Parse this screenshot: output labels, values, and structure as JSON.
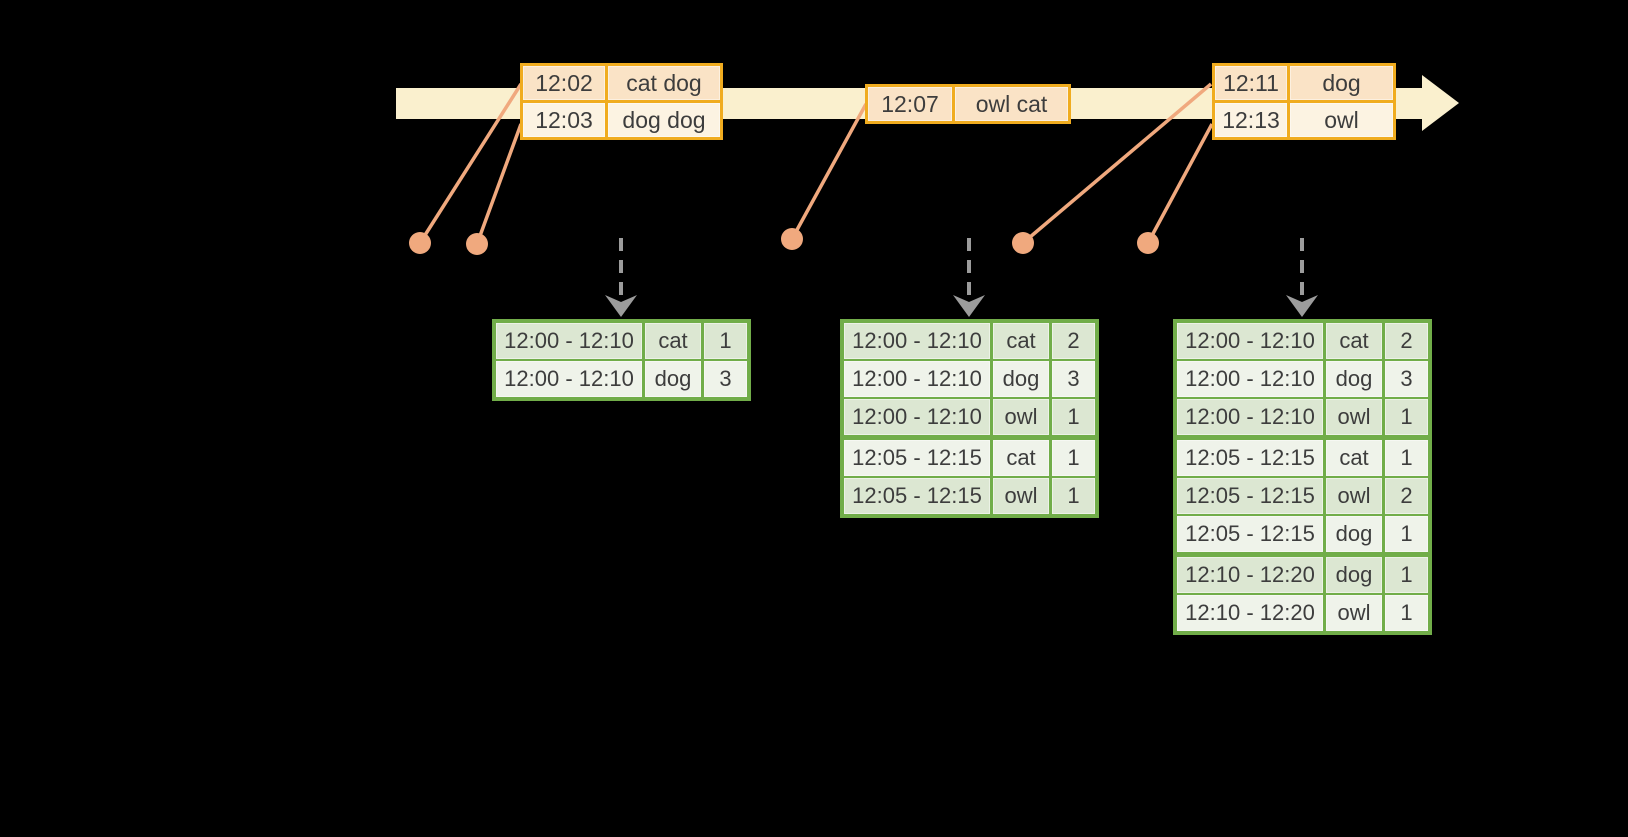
{
  "colors": {
    "background": "#000000",
    "band": "#FAF0CE",
    "orange-border": "#F0AC1F",
    "peach-dark": "#FAE3C6",
    "peach-light": "#FCF3E2",
    "salmon": "#F0A97E",
    "green-border": "#71AD49",
    "green-dark": "#DCE7D2",
    "green-light": "#EFF3EA",
    "arrow-gray": "#9C9C9C",
    "ink": "#3D3D3D"
  },
  "event_tables": [
    {
      "rows": [
        {
          "time": "12:02",
          "words": "cat dog"
        },
        {
          "time": "12:03",
          "words": "dog dog"
        }
      ]
    },
    {
      "rows": [
        {
          "time": "12:07",
          "words": "owl cat"
        }
      ]
    },
    {
      "rows": [
        {
          "time": "12:11",
          "words": "dog"
        },
        {
          "time": "12:13",
          "words": "owl"
        }
      ]
    }
  ],
  "result_tables": [
    {
      "rows": [
        {
          "window": "12:00 - 12:10",
          "word": "cat",
          "count": "1"
        },
        {
          "window": "12:00 - 12:10",
          "word": "dog",
          "count": "3"
        }
      ]
    },
    {
      "rows": [
        {
          "window": "12:00 - 12:10",
          "word": "cat",
          "count": "2"
        },
        {
          "window": "12:00 - 12:10",
          "word": "dog",
          "count": "3"
        },
        {
          "window": "12:00 - 12:10",
          "word": "owl",
          "count": "1"
        },
        {
          "window": "12:05 - 12:15",
          "word": "cat",
          "count": "1"
        },
        {
          "window": "12:05 - 12:15",
          "word": "owl",
          "count": "1"
        }
      ]
    },
    {
      "rows": [
        {
          "window": "12:00 - 12:10",
          "word": "cat",
          "count": "2"
        },
        {
          "window": "12:00 - 12:10",
          "word": "dog",
          "count": "3"
        },
        {
          "window": "12:00 - 12:10",
          "word": "owl",
          "count": "1"
        },
        {
          "window": "12:05 - 12:15",
          "word": "cat",
          "count": "1"
        },
        {
          "window": "12:05 - 12:15",
          "word": "owl",
          "count": "2"
        },
        {
          "window": "12:05 - 12:15",
          "word": "dog",
          "count": "1"
        },
        {
          "window": "12:10 - 12:20",
          "word": "dog",
          "count": "1"
        },
        {
          "window": "12:10 - 12:20",
          "word": "owl",
          "count": "1"
        }
      ]
    }
  ]
}
